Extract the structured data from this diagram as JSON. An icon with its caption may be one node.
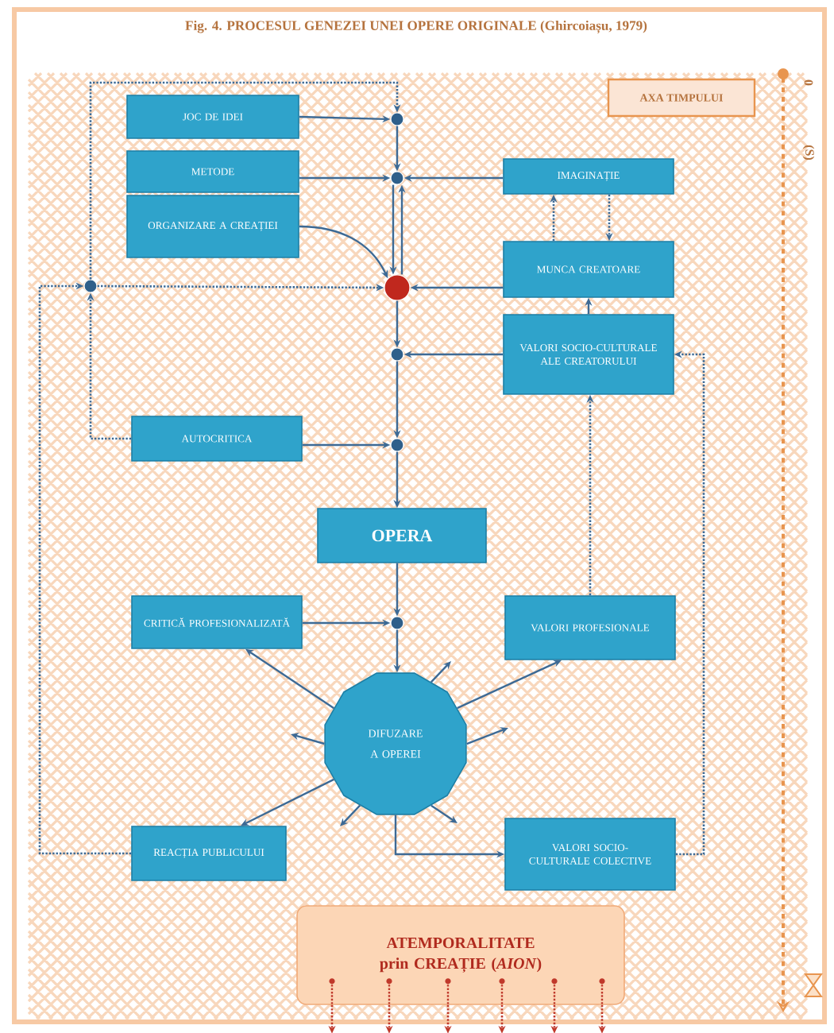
{
  "diagram": {
    "title": "Fig. 4. PROCESUL GENEZEI UNEI OPERE ORIGINALE (Ghircoiașu, 1979)",
    "nodes": [
      {
        "text": [
          "JOC DE IDEI"
        ]
      },
      {
        "text": [
          "METODE"
        ]
      },
      {
        "text": [
          "ORGANIZARE A CREAȚIEI"
        ]
      },
      {
        "text": [
          "IMAGINAȚIE"
        ]
      },
      {
        "text": [
          "MUNCA CREATOARE"
        ]
      },
      {
        "text": [
          "VALORI SOCIO-CULTURALE ALE CREATORULUI"
        ]
      },
      {
        "text": [
          "AUTOCRITICA"
        ]
      },
      {
        "text": [
          "OPERA"
        ]
      },
      {
        "text": [
          "CRITICĂ PROFESIONALIZATĂ"
        ]
      },
      {
        "text": [
          "VALORI PROFESIONALE"
        ]
      },
      {
        "text": [
          "DIFUZARE A OPEREI"
        ]
      },
      {
        "text": [
          "REACȚIA PUBLICULUI"
        ]
      },
      {
        "text": [
          "VALORI SOCIO-CULTURALE COLECTIVE"
        ]
      },
      {
        "text": [
          "ATEMPORALITATE prin CREAȚIE (*AION*)"
        ]
      },
      {
        "text": [
          "AXA TIMPULUI"
        ]
      },
      {
        "text": [],
        "shape": "circle"
      },
      {
        "text": [],
        "shape": "circle"
      },
      {
        "text": [],
        "shape": "circle"
      },
      {
        "text": [],
        "shape": "circle"
      },
      {
        "text": [],
        "shape": "circle"
      },
      {
        "text": [],
        "shape": "circle"
      },
      {
        "text": [],
        "shape": "circle"
      }
    ],
    "edges": [
      {
        "from": 0,
        "to": 15,
        "arrow": "to"
      },
      {
        "from": 15,
        "to": 16,
        "arrow": "to"
      },
      {
        "from": 1,
        "to": 16,
        "arrow": "to"
      },
      {
        "from": 3,
        "to": 16,
        "arrow": "to"
      },
      {
        "from": 2,
        "to": 17,
        "arrow": "to"
      },
      {
        "from": 16,
        "to": 17,
        "arrow": "to"
      },
      {
        "from": 17,
        "to": 16,
        "arrow": "to"
      },
      {
        "from": 4,
        "to": 17,
        "arrow": "to"
      },
      {
        "from": 4,
        "to": 3,
        "arrow": "to",
        "style": "dashed"
      },
      {
        "from": 3,
        "to": 4,
        "arrow": "to",
        "style": "dashed"
      },
      {
        "from": 5,
        "to": 4,
        "arrow": "to"
      },
      {
        "from": 17,
        "to": 18,
        "arrow": "to"
      },
      {
        "from": 5,
        "to": 18,
        "arrow": "to"
      },
      {
        "from": 18,
        "to": 19,
        "arrow": "to"
      },
      {
        "from": 6,
        "to": 19,
        "arrow": "to"
      },
      {
        "from": 19,
        "to": 7,
        "arrow": "to"
      },
      {
        "from": 7,
        "to": 20,
        "arrow": "to"
      },
      {
        "from": 8,
        "to": 20,
        "arrow": "to"
      },
      {
        "from": 20,
        "to": 10,
        "arrow": "to"
      },
      {
        "from": 10,
        "to": 8,
        "arrow": "to"
      },
      {
        "from": 10,
        "to": 9,
        "arrow": "to"
      },
      {
        "from": 10,
        "to": 11,
        "arrow": "to"
      },
      {
        "from": 10,
        "to": 12,
        "arrow": "to"
      },
      {
        "from": 9,
        "to": 5,
        "arrow": "to",
        "style": "dashed"
      },
      {
        "from": 12,
        "to": 5,
        "arrow": "to",
        "style": "dashed"
      },
      {
        "from": 11,
        "to": 21,
        "arrow": "to",
        "style": "dashed"
      },
      {
        "from": 21,
        "to": 17,
        "arrow": "to",
        "style": "dashed"
      },
      {
        "from": 6,
        "to": 21,
        "arrow": "to",
        "style": "dashed"
      },
      {
        "from": 21,
        "to": 15,
        "arrow": "to",
        "style": "dashed"
      },
      {
        "from": 10,
        "to": null,
        "arrow": "to"
      },
      {
        "from": 10,
        "to": null,
        "arrow": "to"
      },
      {
        "from": 10,
        "to": null,
        "arrow": "to"
      },
      {
        "from": 10,
        "to": null,
        "arrow": "to"
      },
      {
        "from": 10,
        "to": null,
        "arrow": "to"
      },
      {
        "from": 13,
        "to": null,
        "arrow": "to",
        "style": "dashed",
        "color": "#c0392b"
      },
      {
        "from": 13,
        "to": null,
        "arrow": "to",
        "style": "dashed",
        "color": "#c0392b"
      },
      {
        "from": 13,
        "to": null,
        "arrow": "to",
        "style": "dashed",
        "color": "#c0392b"
      },
      {
        "from": 13,
        "to": null,
        "arrow": "to",
        "style": "dashed",
        "color": "#c0392b"
      },
      {
        "from": 13,
        "to": null,
        "arrow": "to",
        "style": "dashed",
        "color": "#c0392b"
      },
      {
        "from": 13,
        "to": null,
        "arrow": "to",
        "style": "dashed",
        "color": "#c0392b"
      }
    ],
    "labels": [
      "0",
      "(S)"
    ]
  }
}
